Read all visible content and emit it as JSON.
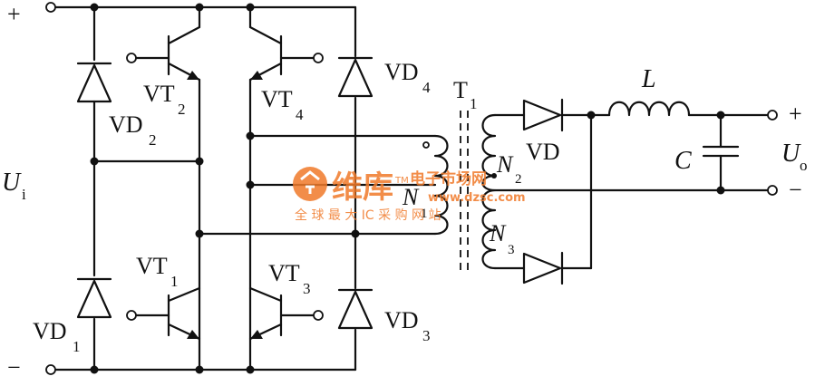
{
  "labels": {
    "plus_in": "+",
    "minus_in": "−",
    "ui_main": "U",
    "ui_sub": "i",
    "vd1_main": "VD",
    "vd1_sub": "1",
    "vd2_main": "VD",
    "vd2_sub": "2",
    "vd3_main": "VD",
    "vd3_sub": "3",
    "vd4_main": "VD",
    "vd4_sub": "4",
    "vt1_main": "VT",
    "vt1_sub": "1",
    "vt2_main": "VT",
    "vt2_sub": "2",
    "vt3_main": "VT",
    "vt3_sub": "3",
    "vt4_main": "VT",
    "vt4_sub": "4",
    "t1_main": "T",
    "t1_sub": "1",
    "n1_main": "N",
    "n1_sub": "1",
    "n2_main": "N",
    "n2_sub": "2",
    "n3_main": "N",
    "n3_sub": "3",
    "vd_out": "VD",
    "inductor": "L",
    "capacitor": "C",
    "uo_main": "U",
    "uo_sub": "o",
    "plus_out": "+",
    "minus_out": "−"
  },
  "watermark": {
    "brand": "维库",
    "tagline": "电子市场网",
    "url": "www.dzsc.com",
    "slogan": "全 球 最 大 IC 采 购 网 站",
    "tm": "TM",
    "color": "#f07a2a"
  }
}
